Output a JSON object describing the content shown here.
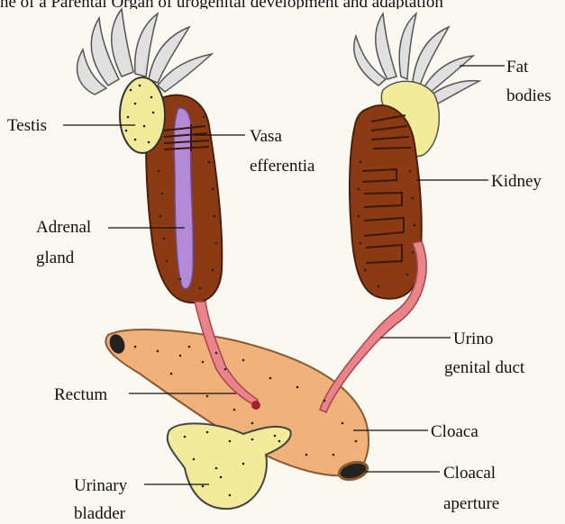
{
  "top_text": "ne of a Parental Organ of urogenital development and adaptation",
  "labels": {
    "testis": "Testis",
    "vasa_1": "Vasa",
    "vasa_2": "efferentia",
    "adrenal_1": "Adrenal",
    "adrenal_2": "gland",
    "fat_1": "Fat",
    "fat_2": "bodies",
    "kidney": "Kidney",
    "urino_1": "Urino",
    "urino_2": "genital duct",
    "rectum": "Rectum",
    "cloaca": "Cloaca",
    "cloacal_1": "Cloacal",
    "cloacal_2": "aperture",
    "urinary_1": "Urinary",
    "urinary_2": "bladder"
  },
  "colors": {
    "kidney": "#8b3a14",
    "testis": "#f2eb9a",
    "adrenal": "#b48ad6",
    "cloaca": "#f0b17a",
    "duct": "#e8848a",
    "bladder": "#f2eb9a",
    "fat": "#e0e0e0"
  }
}
